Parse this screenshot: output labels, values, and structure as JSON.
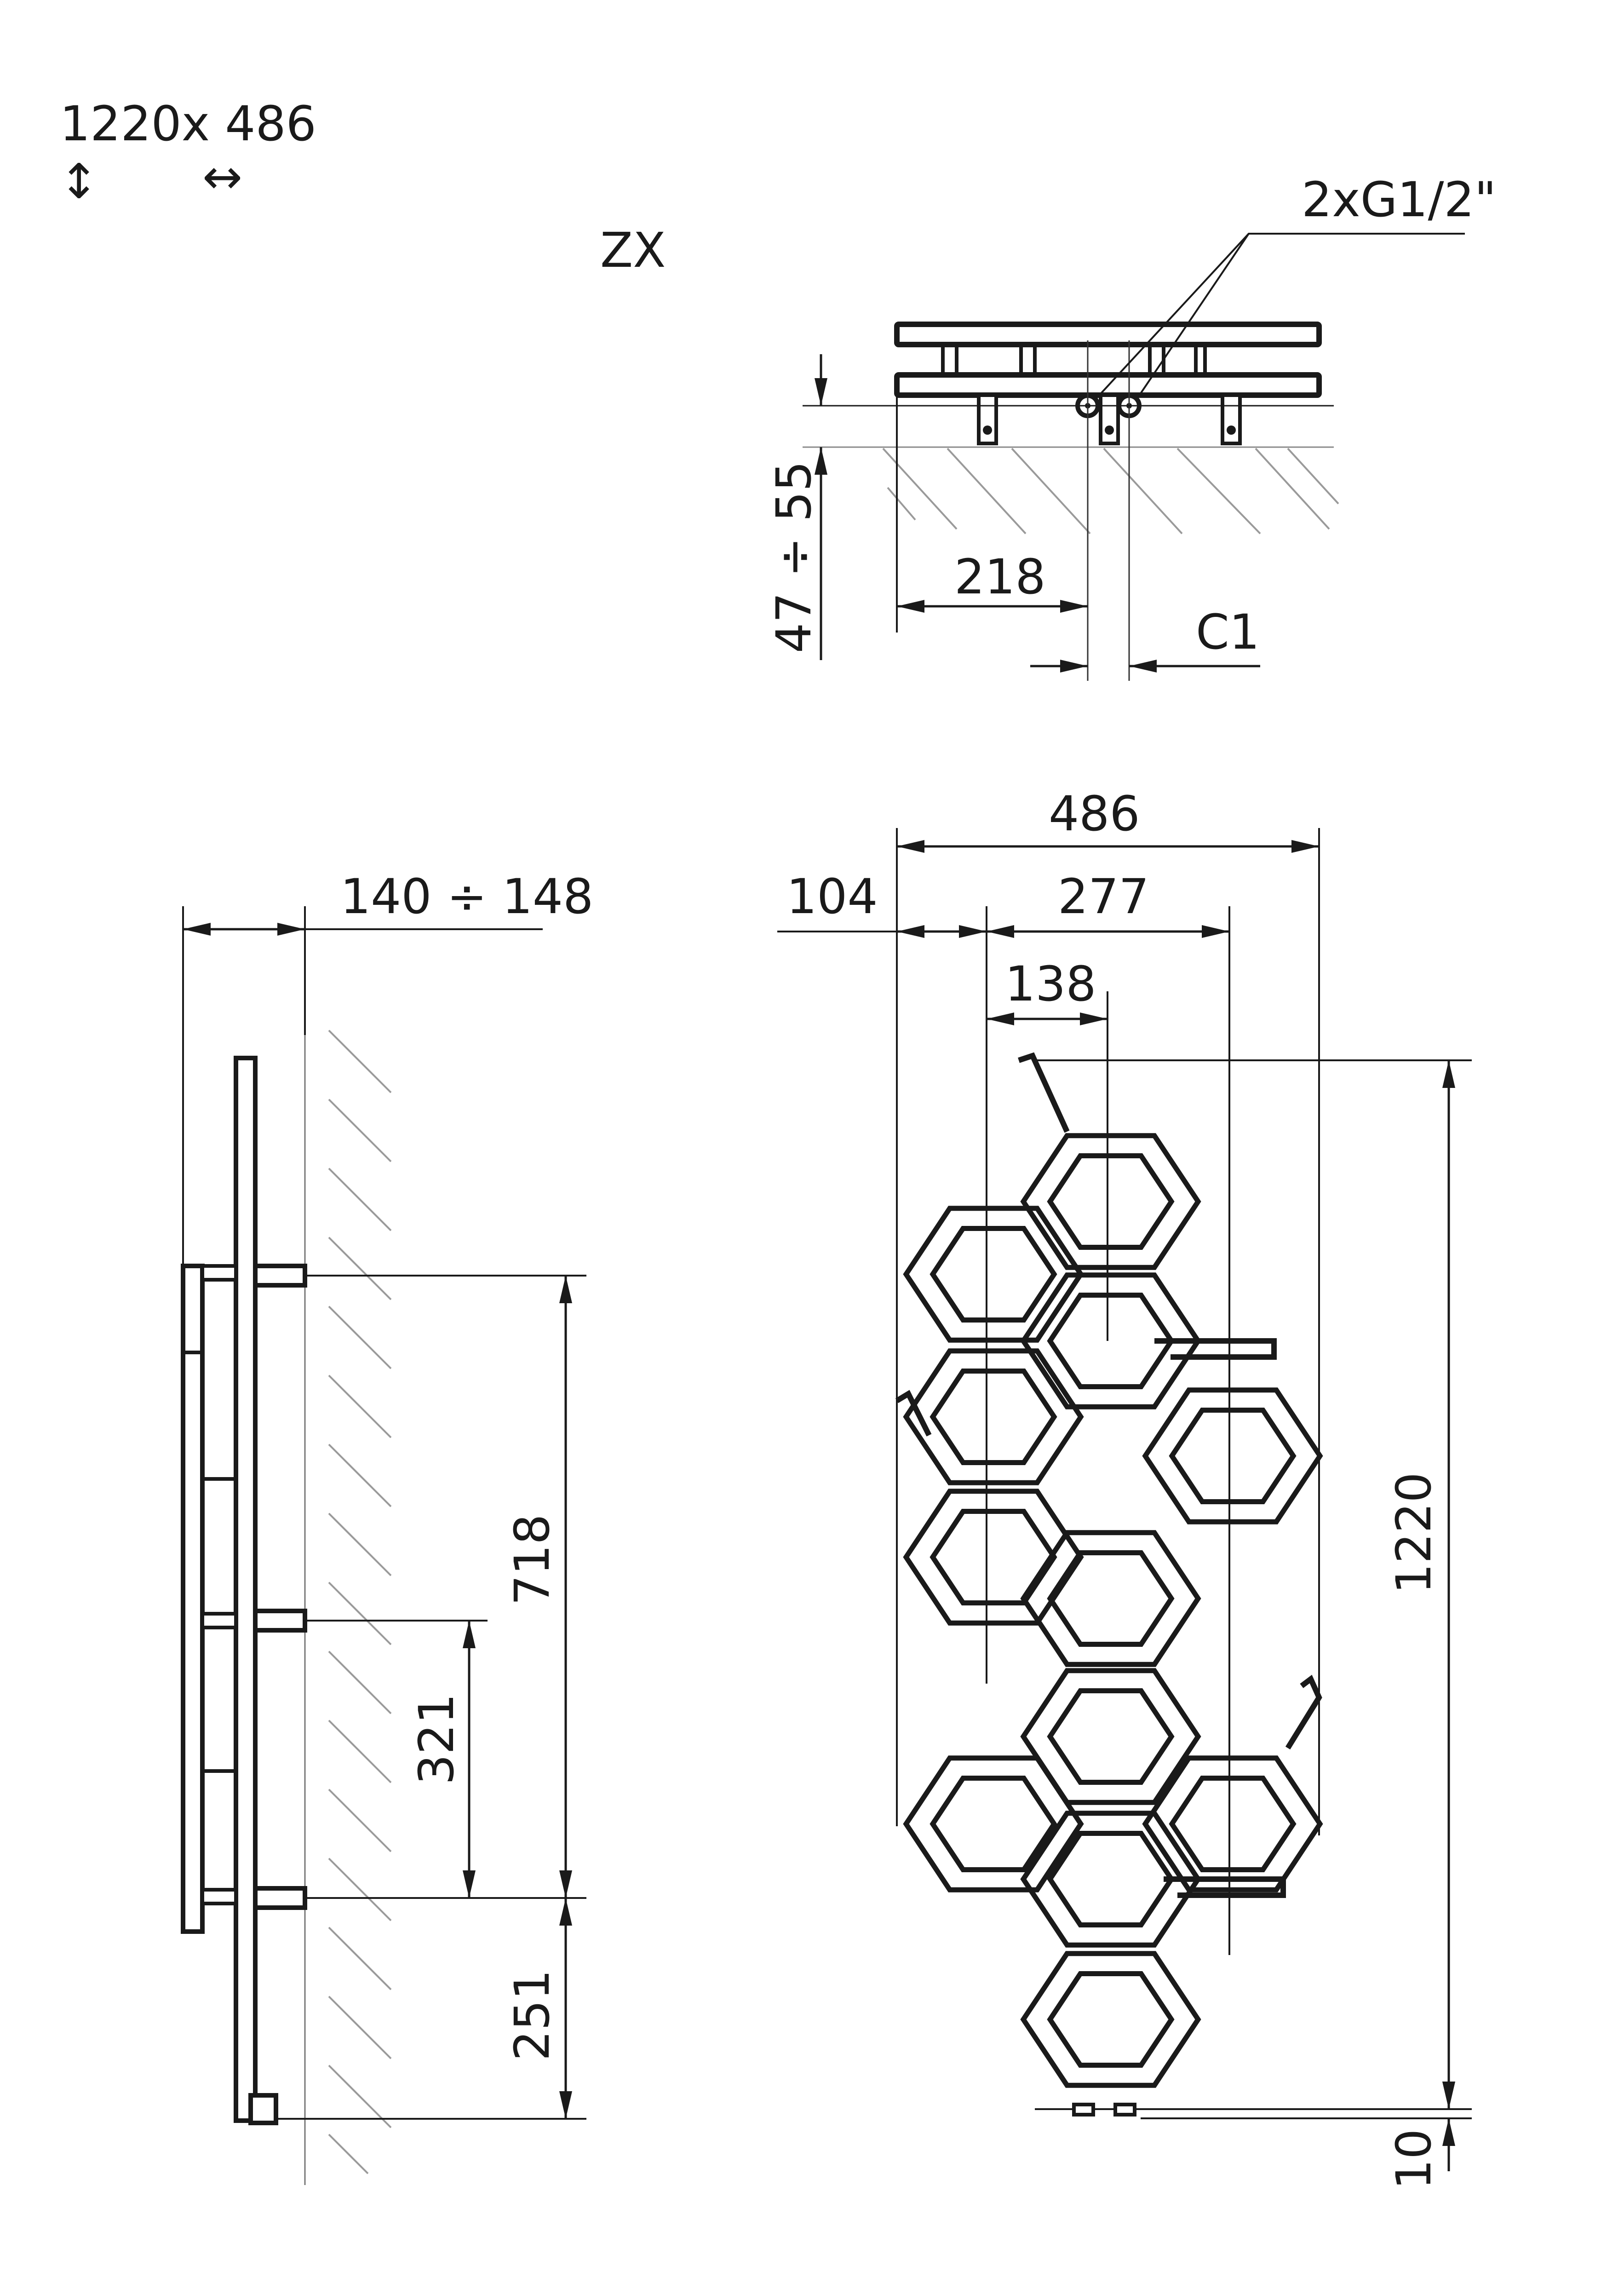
{
  "header": {
    "size_label": "1220x 486",
    "height_symbol": "↕",
    "width_symbol": "↔",
    "model": "ZX"
  },
  "top_view": {
    "connection_label": "2xG1/2\"",
    "wall_distance_label": "47 ÷ 55",
    "offset_label": "218",
    "spacing_label": "C1"
  },
  "side_view": {
    "depth_label": "140 ÷ 148",
    "bracket_span_label": "718",
    "bracket_gap_label": "321",
    "bottom_label": "251"
  },
  "front_view": {
    "width_label": "486",
    "left_offset_label": "104",
    "inner_width_label": "277",
    "center_offset_label": "138",
    "height_label": "1220",
    "floor_gap_label": "10"
  }
}
